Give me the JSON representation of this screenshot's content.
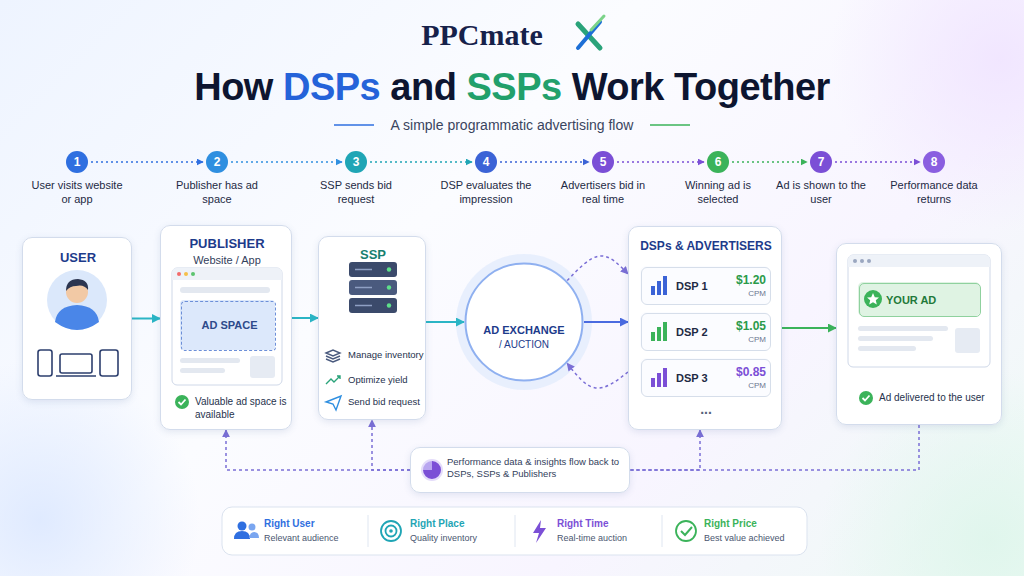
{
  "diagram": {
    "title": "How DSPs and SSPs Work Together",
    "nodes": [
      {
        "text": [
          "1",
          "User visits website or app"
        ]
      },
      {
        "text": [
          "2",
          "Publisher has ad space"
        ]
      },
      {
        "text": [
          "3",
          "SSP sends bid request"
        ]
      },
      {
        "text": [
          "4",
          "DSP evaluates the impression"
        ]
      },
      {
        "text": [
          "5",
          "Advertisers bid in real time"
        ]
      },
      {
        "text": [
          "6",
          "Winning ad is selected"
        ]
      },
      {
        "text": [
          "7",
          "Ad is shown to the user"
        ]
      },
      {
        "text": [
          "8",
          "Performance data returns"
        ]
      },
      {
        "text": [
          "USER"
        ]
      },
      {
        "text": [
          "PUBLISHER",
          "Website / App",
          "Valuable ad space is available"
        ]
      },
      {
        "text": [
          "AD SPACE"
        ],
        "in": 9
      },
      {
        "text": [
          "SSP",
          "Manage inventory",
          "Optimize yield",
          "Send bid request"
        ]
      },
      {
        "text": [
          "AD EXCHANGE",
          "/ AUCTION"
        ]
      },
      {
        "text": [
          "DSPs & ADVERTISERS",
          "..."
        ]
      },
      {
        "text": [
          "DSP 1",
          "$1.20",
          "CPM"
        ],
        "in": 13
      },
      {
        "text": [
          "DSP 2",
          "$1.05",
          "CPM"
        ],
        "in": 13
      },
      {
        "text": [
          "DSP 3",
          "$0.85",
          "CPM"
        ],
        "in": 13
      },
      {
        "text": [
          "Ad delivered to the user"
        ]
      },
      {
        "text": [
          "YOUR AD"
        ],
        "in": 17
      },
      {
        "text": [
          "Performance data & insights flow back to DSPs, SSPs & Publishers"
        ]
      },
      {
        "text": [
          "Right User",
          "Relevant audience"
        ]
      },
      {
        "text": [
          "Right Place",
          "Quality inventory"
        ]
      },
      {
        "text": [
          "Right Time",
          "Real-time auction"
        ]
      },
      {
        "text": [
          "Right Price",
          "Best value achieved"
        ]
      }
    ],
    "edges": [
      {
        "from": 0,
        "to": 1,
        "arrow": "to"
      },
      {
        "from": 1,
        "to": 2,
        "arrow": "to"
      },
      {
        "from": 2,
        "to": 3,
        "arrow": "to"
      },
      {
        "from": 3,
        "to": 4,
        "arrow": "to"
      },
      {
        "from": 4,
        "to": 5,
        "arrow": "to"
      },
      {
        "from": 5,
        "to": 6,
        "arrow": "to"
      },
      {
        "from": 6,
        "to": 7,
        "arrow": "to"
      },
      {
        "from": 8,
        "to": 9,
        "arrow": "to"
      },
      {
        "from": 9,
        "to": 11,
        "arrow": "to"
      },
      {
        "from": 11,
        "to": 12,
        "arrow": "to"
      },
      {
        "from": 12,
        "to": 13,
        "arrow": "to"
      },
      {
        "from": 12,
        "to": 13,
        "arrow": "to"
      },
      {
        "from": 13,
        "to": 12,
        "arrow": "to"
      },
      {
        "from": 13,
        "to": 17,
        "arrow": "to"
      },
      {
        "from": 17,
        "to": 19,
        "arrow": "none"
      },
      {
        "from": 19,
        "to": 9,
        "arrow": "to"
      },
      {
        "from": 19,
        "to": 11,
        "arrow": "to"
      },
      {
        "from": 19,
        "to": 13,
        "arrow": "to"
      }
    ],
    "labels": [
      "PPCmate",
      "A simple programmatic advertising flow"
    ]
  }
}
